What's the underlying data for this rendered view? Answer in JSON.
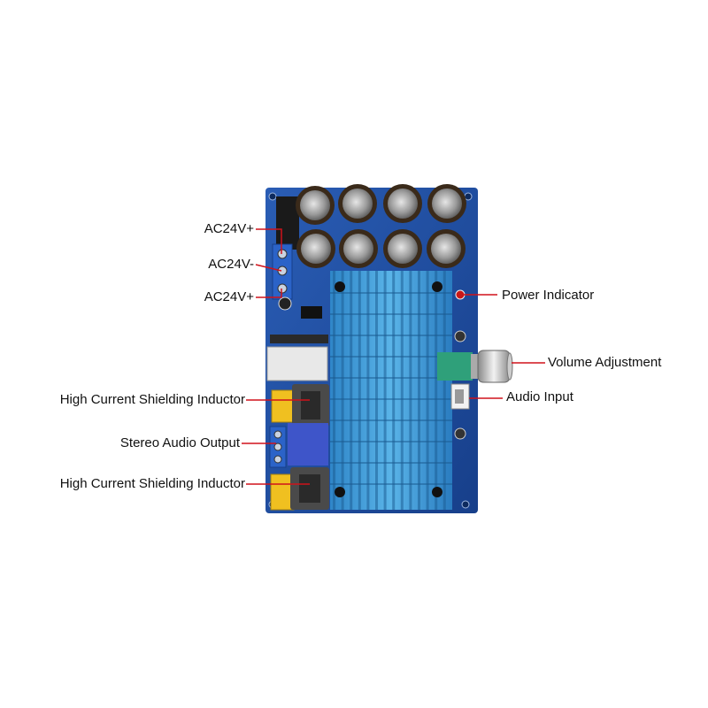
{
  "callouts": {
    "ac24v_plus_top": "AC24V+",
    "ac24v_minus": "AC24V-",
    "ac24v_plus_bottom": "AC24V+",
    "power_indicator": "Power Indicator",
    "volume_adjustment": "Volume Adjustment",
    "audio_input": "Audio Input",
    "inductor_top": "High Current Shielding Inductor",
    "stereo_output": "Stereo Audio Output",
    "inductor_bottom": "High Current Shielding Inductor"
  },
  "colors": {
    "pcb": "#1f4fa3",
    "heatsink": "#3a9ad6",
    "callout_line": "#d0121b",
    "capacitor": "#2b2b2b",
    "inductor": "#555555",
    "terminal_yellow": "#f0c020",
    "terminal_blue": "#2b63c8"
  }
}
